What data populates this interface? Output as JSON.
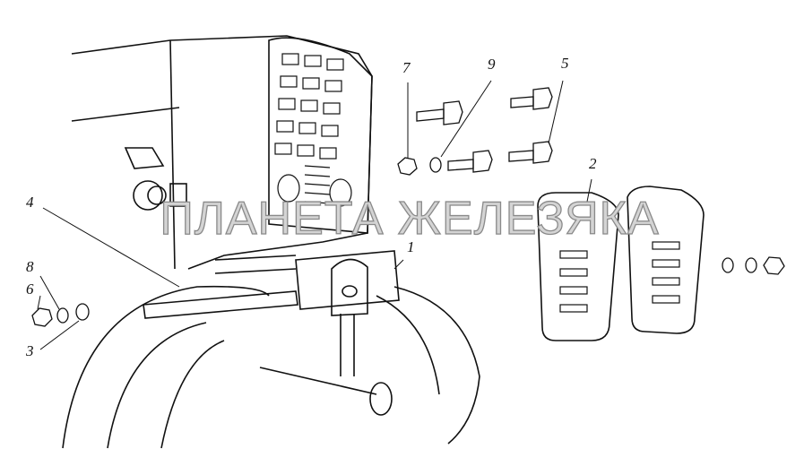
{
  "diagram": {
    "callouts": [
      "7",
      "9",
      "5",
      "2",
      "4",
      "1",
      "8",
      "6",
      "3"
    ],
    "watermark": "ПЛАНЕТА ЖЕЛЕЗЯКА"
  }
}
